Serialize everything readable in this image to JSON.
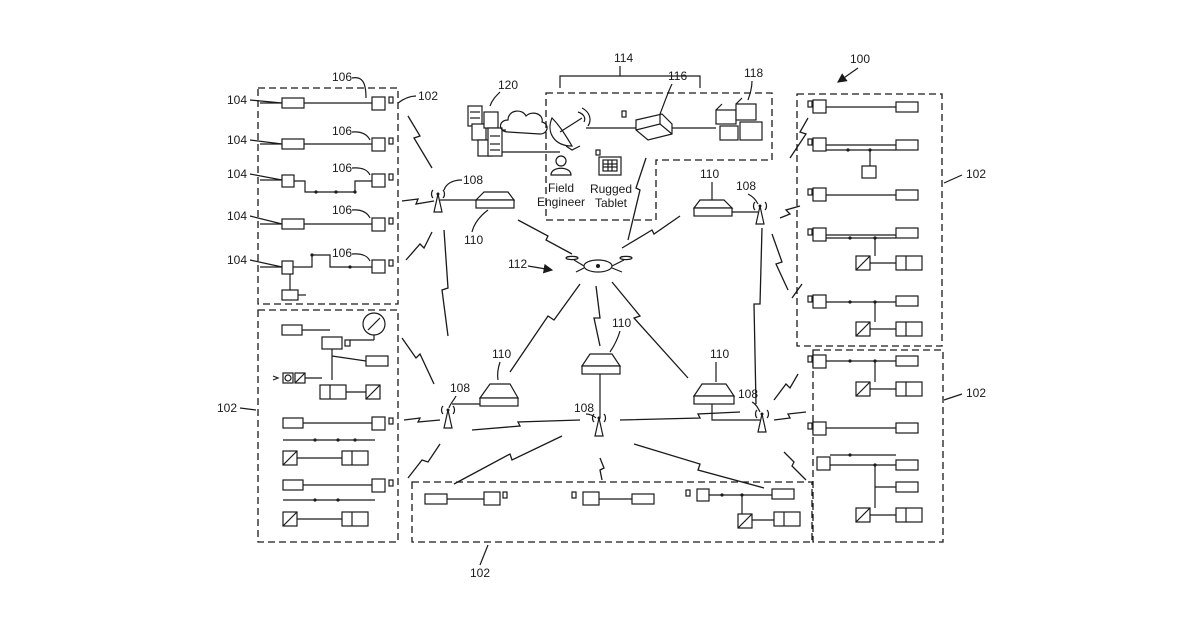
{
  "labels": {
    "system": "100",
    "facility": "102",
    "sensor": "104",
    "transmitter": "106",
    "radio": "108",
    "gateway": "110",
    "drone": "112",
    "base_station": "114",
    "server": "116",
    "database": "118",
    "cloud": "120"
  },
  "captions": {
    "field_engineer": [
      "Field",
      "Engineer"
    ],
    "rugged_tablet": [
      "Rugged",
      "Tablet"
    ]
  },
  "icons": [
    "server-rack-icon",
    "cloud-icon",
    "satellite-dish-icon",
    "person-icon",
    "tablet-icon",
    "router-icon",
    "storage-icon",
    "antenna-icon",
    "gateway-icon",
    "drone-icon",
    "gauge-icon",
    "lightning-link-icon"
  ]
}
